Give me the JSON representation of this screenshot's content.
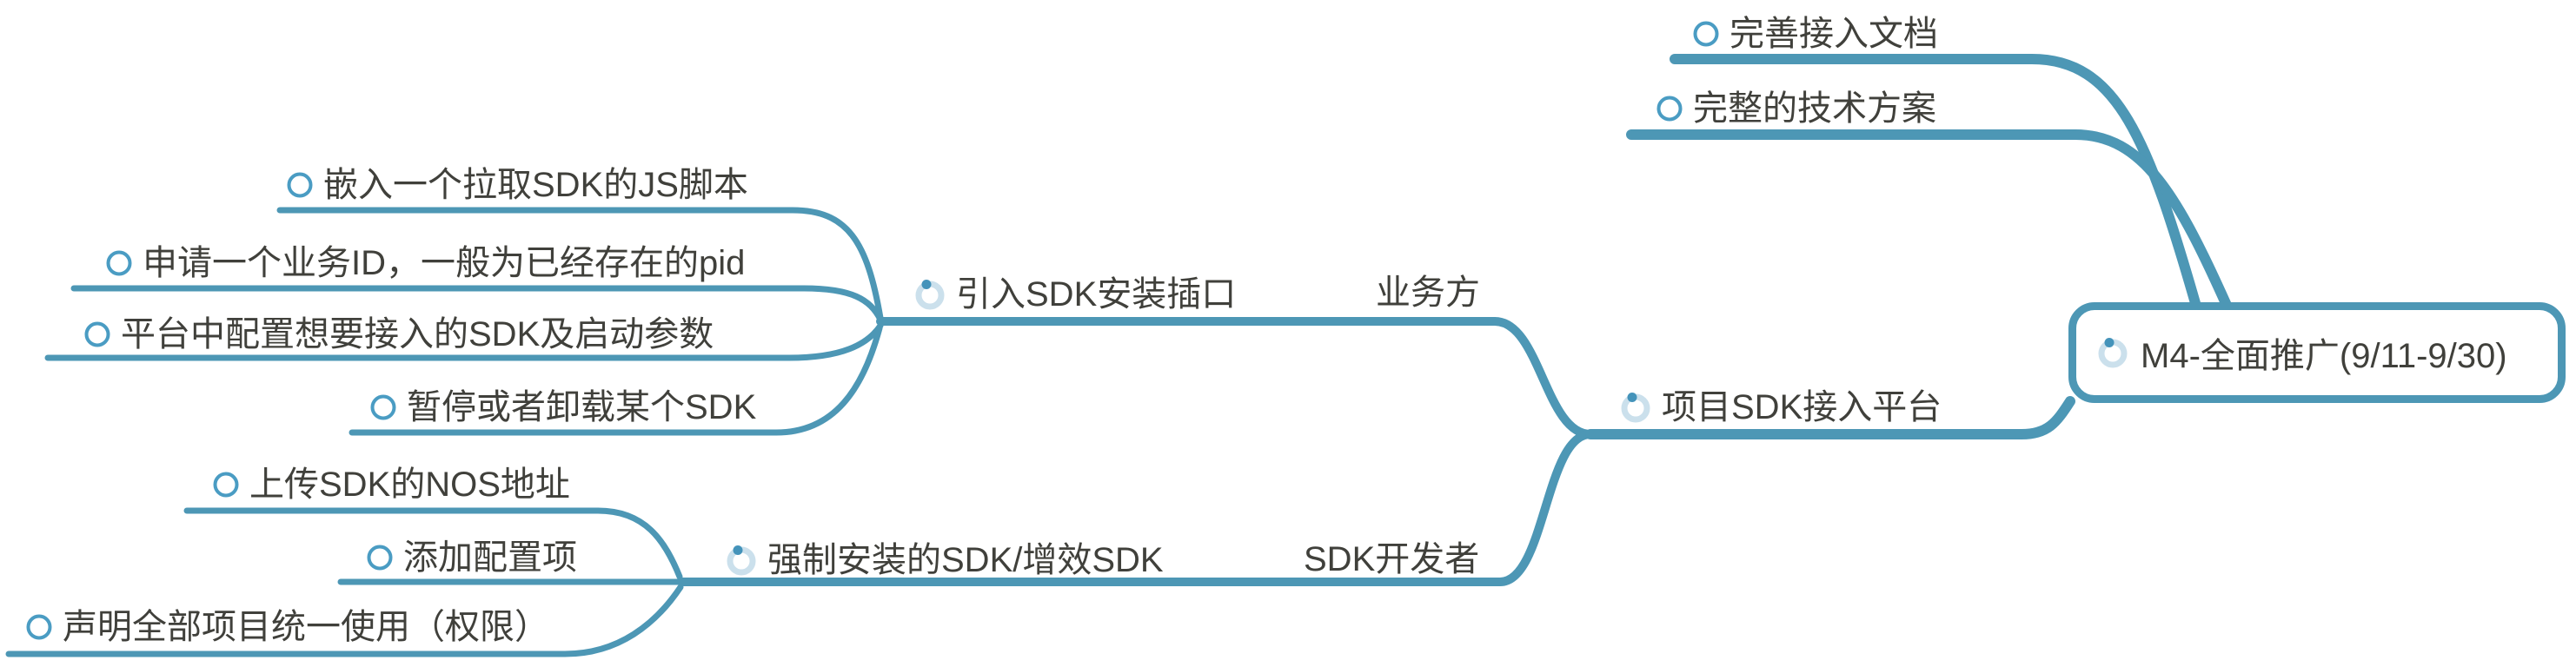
{
  "app": {
    "view": "mindmap-canvas"
  },
  "colors": {
    "branch": "#4D97B5",
    "icon_outline": "#4A9CC3",
    "icon_ring": "#CBE0EC",
    "icon_dot": "#4493BA",
    "text": "#40403B",
    "background": "#FFFFFF"
  },
  "root": {
    "label": "M4-全面推广(9/11-9/30)",
    "icon": "progress-circle-icon"
  },
  "branches": {
    "top": [
      {
        "label": "完善接入文档",
        "icon": "empty-circle-icon"
      },
      {
        "label": "完整的技术方案",
        "icon": "empty-circle-icon"
      }
    ],
    "platform": {
      "label": "项目SDK接入平台",
      "icon": "progress-circle-icon"
    },
    "business": {
      "edge_label": "业务方",
      "node": {
        "label": "引入SDK安装插口",
        "icon": "progress-circle-icon"
      },
      "children": [
        {
          "label": "嵌入一个拉取SDK的JS脚本",
          "icon": "empty-circle-icon"
        },
        {
          "label": "申请一个业务ID，一般为已经存在的pid",
          "icon": "empty-circle-icon"
        },
        {
          "label": "平台中配置想要接入的SDK及启动参数",
          "icon": "empty-circle-icon"
        },
        {
          "label": "暂停或者卸载某个SDK",
          "icon": "empty-circle-icon"
        }
      ]
    },
    "sdk_dev": {
      "edge_label": "SDK开发者",
      "node": {
        "label": "强制安装的SDK/增效SDK",
        "icon": "progress-circle-icon"
      },
      "children": [
        {
          "label": "上传SDK的NOS地址",
          "icon": "empty-circle-icon"
        },
        {
          "label": "添加配置项",
          "icon": "empty-circle-icon"
        },
        {
          "label": "声明全部项目统一使用（权限）",
          "icon": "empty-circle-icon"
        }
      ]
    }
  }
}
